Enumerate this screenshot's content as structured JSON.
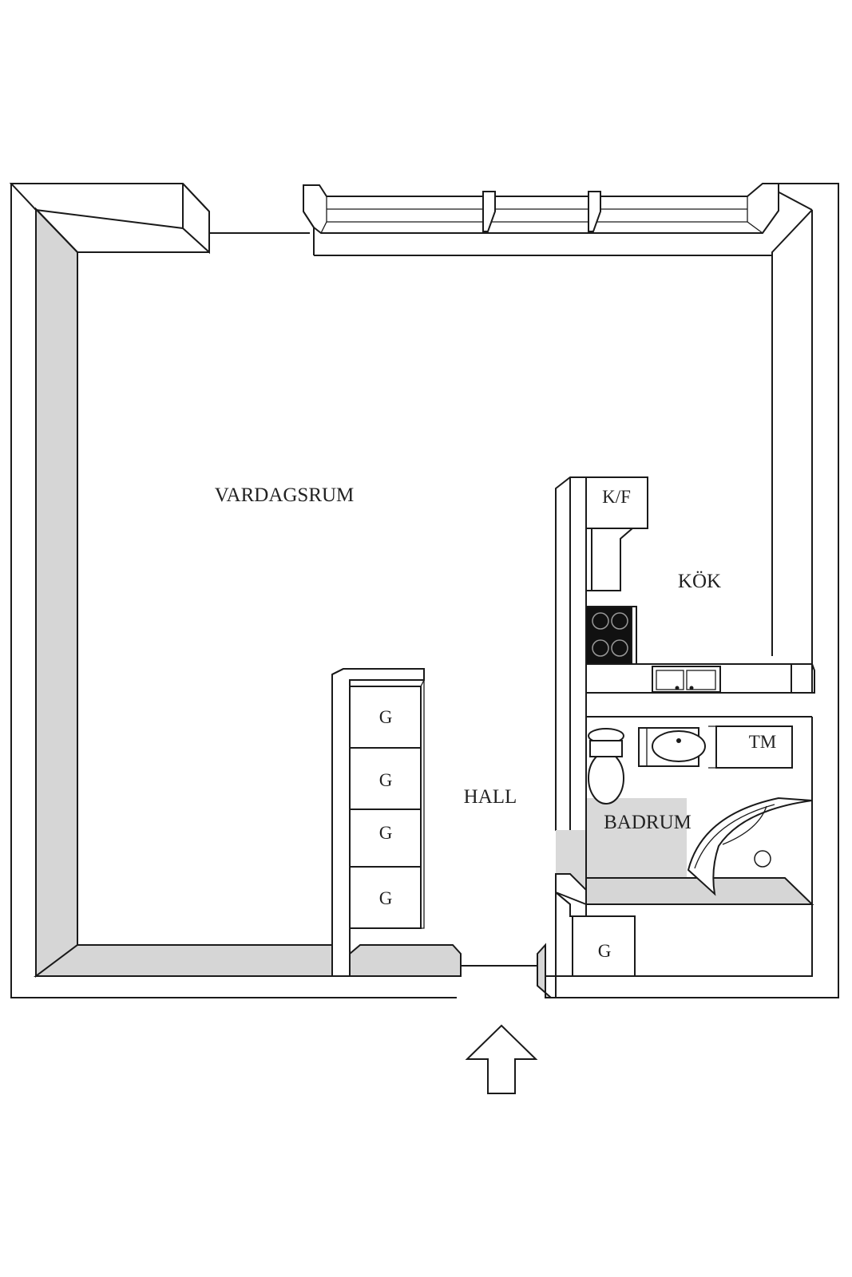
{
  "rooms": {
    "living_room": "VARDAGSRUM",
    "kitchen": "KÖK",
    "hall": "HALL",
    "bathroom": "BADRUM"
  },
  "fixtures": {
    "fridge_freezer": "K/F",
    "washing_machine": "TM",
    "wardrobes": [
      "G",
      "G",
      "G",
      "G"
    ],
    "entrance_wardrobe": "G"
  },
  "colors": {
    "wall_shade": "#d6d6d6",
    "bathroom_floor": "#d9d9d9",
    "outline": "#1a1a1a"
  }
}
